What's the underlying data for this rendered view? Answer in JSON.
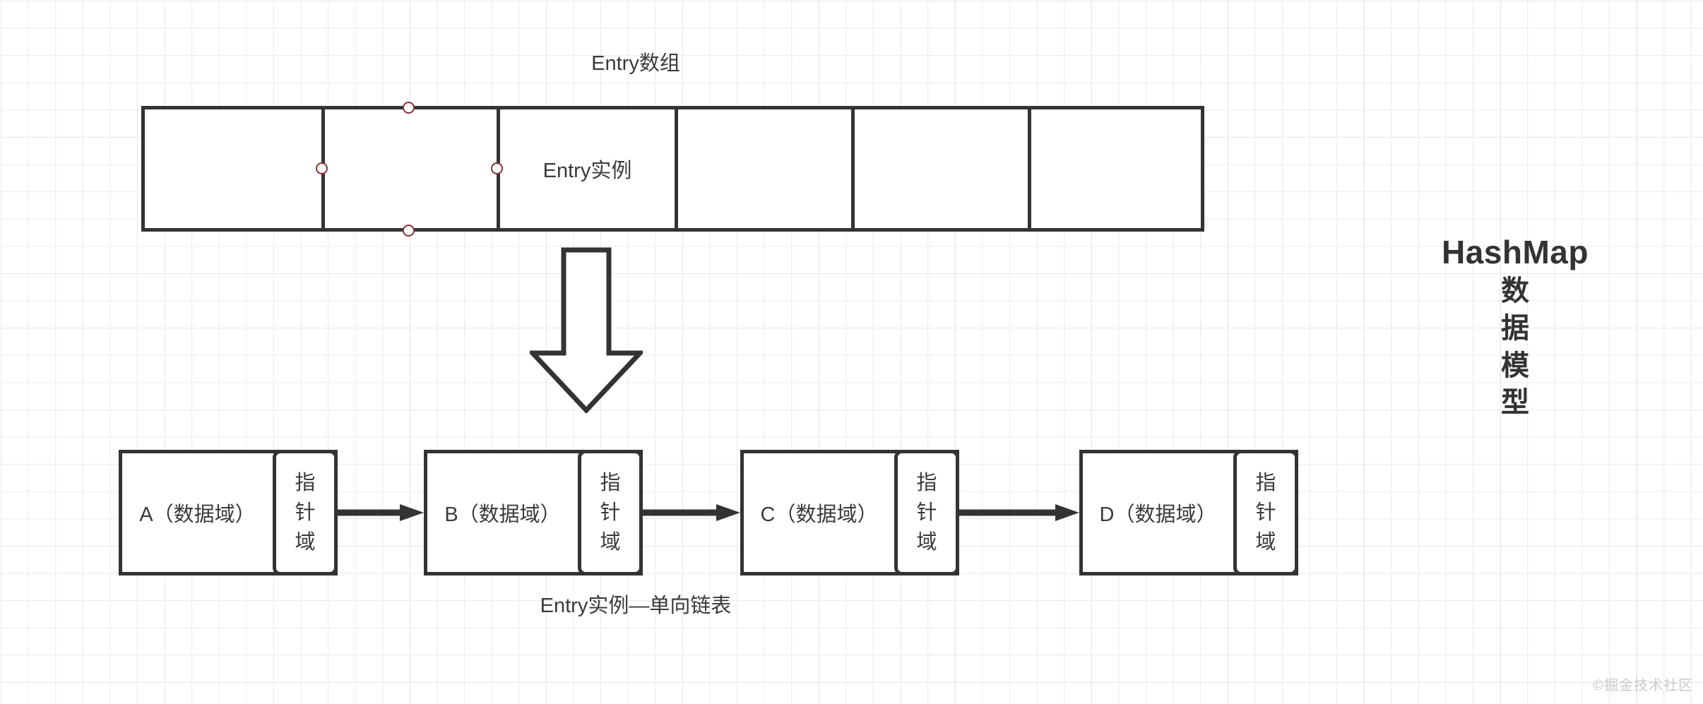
{
  "diagram": {
    "title_main": "HashMap",
    "title_vertical_chars": [
      "数",
      "据",
      "模",
      "型"
    ],
    "caption_array": "Entry数组",
    "caption_list": "Entry实例—单向链表",
    "watermark": "©掘金技术社区"
  },
  "entry_array": {
    "cells": [
      {
        "text": "",
        "selected": false
      },
      {
        "text": "",
        "selected": true
      },
      {
        "text": "Entry实例",
        "selected": false
      },
      {
        "text": "",
        "selected": false
      },
      {
        "text": "",
        "selected": false
      },
      {
        "text": "",
        "selected": false
      }
    ],
    "handles": [
      "top-handle",
      "left-handle",
      "right-handle",
      "bottom-handle"
    ]
  },
  "linked_list": {
    "pointer_label_chars": [
      "指",
      "针",
      "域"
    ],
    "nodes": [
      {
        "data_label": "A（数据域）",
        "pointer_label": "指针域"
      },
      {
        "data_label": "B（数据域）",
        "pointer_label": "指针域"
      },
      {
        "data_label": "C（数据域）",
        "pointer_label": "指针域"
      },
      {
        "data_label": "D（数据域）",
        "pointer_label": "指针域"
      }
    ]
  },
  "colors": {
    "stroke": "#333333",
    "text": "#3a3a3a",
    "handle": "#8b3232",
    "grid": "#e9e9e9",
    "background": "#ffffff",
    "watermark": "#c9c9c9"
  }
}
